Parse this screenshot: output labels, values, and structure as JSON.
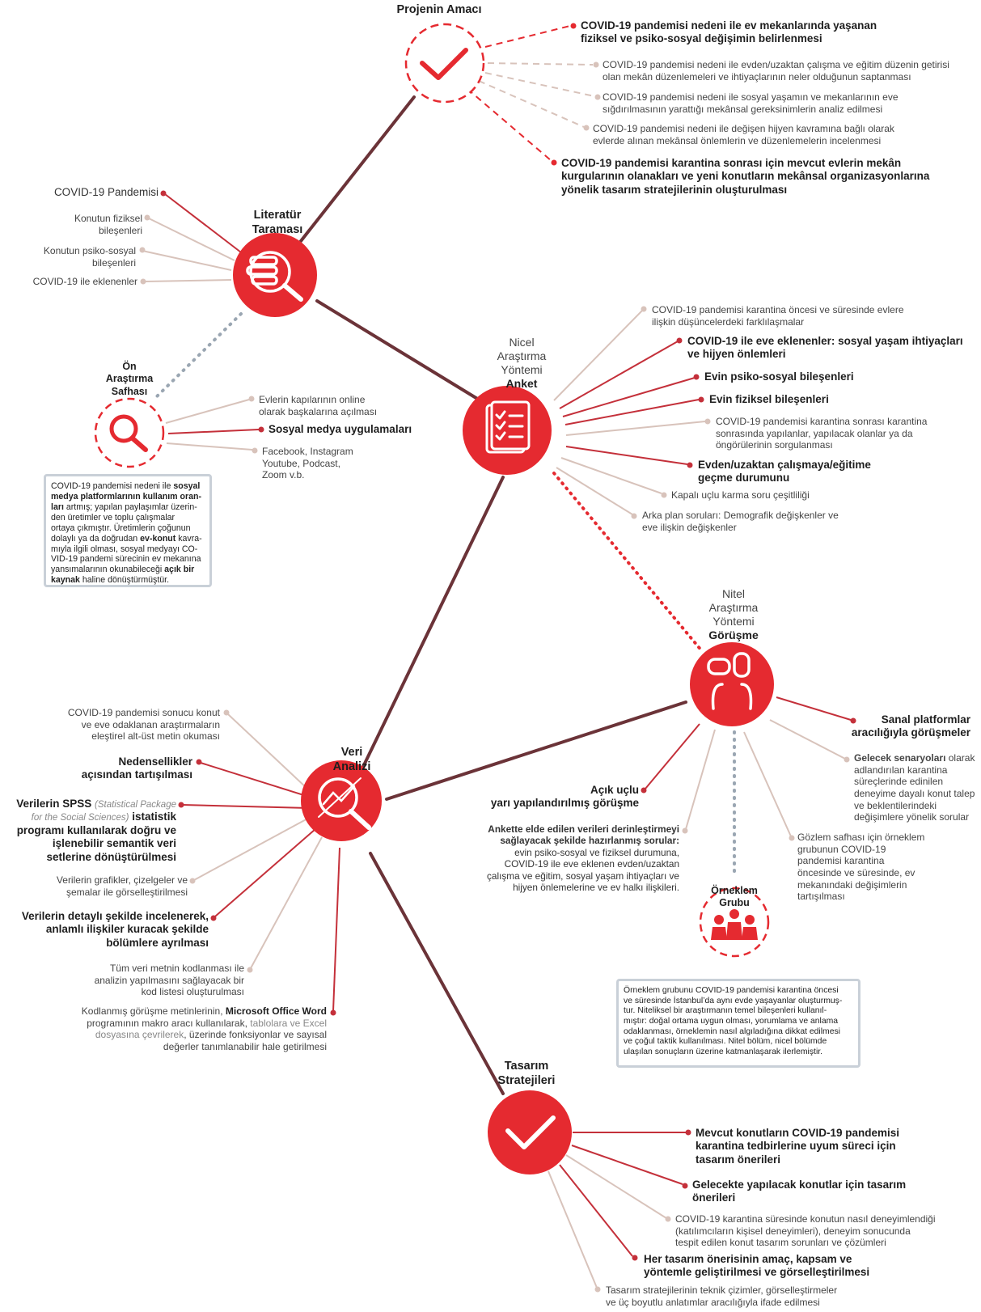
{
  "colors": {
    "accent": "#e52a30",
    "trunk": "#6b3338",
    "light_line": "#d8c3bb",
    "dotted_grey": "#9aa6b2",
    "box_border": "#c9d0d8"
  },
  "nodes": {
    "goal": {
      "title": "Projenin Amacı",
      "icon": "check-icon"
    },
    "literature": {
      "title1": "Literatür",
      "title2": "Taraması",
      "icon": "books-search-icon"
    },
    "preliminary": {
      "title1": "Ön",
      "title2": "Araştırma",
      "title3": "Safhası",
      "icon": "search-icon"
    },
    "survey": {
      "l1": "Nicel",
      "l2": "Araştırma",
      "l3": "Yöntemi",
      "l4": "Anket",
      "icon": "clipboard-checklist-icon"
    },
    "interview": {
      "l1": "Nitel",
      "l2": "Araştırma",
      "l3": "Yöntemi",
      "l4": "Görüşme",
      "icon": "people-talking-icon"
    },
    "sample": {
      "title1": "Örneklem",
      "title2": "Grubu",
      "icon": "group-people-icon"
    },
    "analysis": {
      "title1": "Veri",
      "title2": "Analizi",
      "icon": "analysis-search-icon"
    },
    "design": {
      "title1": "Tasarım",
      "title2": "Stratejileri",
      "icon": "check-icon"
    }
  },
  "goal_items": [
    [
      "COVID-19 pandemisi nedeni ile ev mekanlarında yaşanan",
      "fiziksel ve psiko-sosyal değişimin belirlenmesi"
    ],
    [
      "COVID-19 pandemisi nedeni ile evden/uzaktan çalışma ve eğitim düzenin getirisi",
      "olan mekân düzenlemeleri ve ihtiyaçlarının neler olduğunun saptanması"
    ],
    [
      "COVID-19 pandemisi nedeni ile sosyal yaşamın ve mekanlarının eve",
      "sığdırılmasının yarattığı mekânsal gereksinimlerin analiz edilmesi"
    ],
    [
      "COVID-19 pandemisi nedeni ile değişen hijyen kavramına bağlı olarak",
      "evlerde alınan mekânsal önlemlerin ve düzenlemelerin incelenmesi"
    ],
    [
      "COVID-19 pandemisi karantina sonrası için mevcut evlerin mekân",
      "kurgularının olanakları ve yeni konutların mekânsal organizasyonlarına",
      "yönelik tasarım stratejilerinin oluşturulması"
    ]
  ],
  "literature_items": [
    [
      "COVID-19 Pandemisi"
    ],
    [
      "Konutun fiziksel",
      "bileşenleri"
    ],
    [
      "Konutun psiko-sosyal",
      "bileşenleri"
    ],
    [
      "COVID-19 ile eklenenler"
    ]
  ],
  "preliminary_items": [
    [
      "Evlerin kapılarının online",
      "olarak başkalarına açılması"
    ],
    [
      "Sosyal medya uygulamaları"
    ],
    [
      "Facebook, Instagram",
      "Youtube, Podcast,",
      "Zoom v.b."
    ]
  ],
  "preliminary_box": {
    "l1a": "COVID-19 pandemisi nedeni ile ",
    "l1b": "sosyal",
    "l2": "medya platformlarının kullanım oran-",
    "l3a": "ları",
    "l3b": " artmış; yapılan paylaşımlar üzerin-",
    "l4": "den üretimler ve toplu çalışmalar",
    "l5": "ortaya çıkmıştır. Üretimlerin çoğunun",
    "l6a": "dolaylı ya da doğrudan ",
    "l6b": "ev-konut",
    "l6c": " kavra-",
    "l7": "mıyla ilgili olması, sosyal medyayı CO-",
    "l8": "VID-19 pandemi sürecinin ev mekanına",
    "l9a": "yansımalarının okunabileceği ",
    "l9b": "açık bir",
    "l10a": "kaynak",
    "l10b": " haline dönüştürmüştür."
  },
  "survey_items": [
    [
      "COVID-19 pandemisi karantina öncesi ve süresinde evlere",
      "ilişkin düşüncelerdeki farklılaşmalar"
    ],
    [
      "COVID-19 ile eve eklenenler: sosyal yaşam ihtiyaçları",
      "ve hijyen önlemleri"
    ],
    [
      "Evin psiko-sosyal bileşenleri"
    ],
    [
      "Evin fiziksel bileşenleri"
    ],
    [
      "COVID-19 pandemisi karantina sonrası karantina",
      "sonrasında yapılanlar, yapılacak olanlar ya da",
      "öngörülerinin sorgulanması"
    ],
    [
      "Evden/uzaktan çalışmaya/eğitime",
      "geçme durumunu"
    ],
    [
      "Kapalı uçlu karma soru çeşitliliği"
    ],
    [
      "Arka plan soruları: Demografik değişkenler ve",
      "eve ilişkin değişkenler"
    ]
  ],
  "interview_items": {
    "virtual": [
      "Sanal platformlar",
      "aracılığıyla görüşmeler"
    ],
    "scenarios": {
      "bold": "Gelecek senaryoları",
      "rest": " olarak",
      "lines": [
        "adlandırılan karantina",
        "süreçlerinde edinilen",
        "deneyime dayalı konut talep",
        "ve beklentilerindeki",
        "değişimlere yönelik sorular"
      ]
    },
    "observation": [
      "Gözlem safhası için örneklem",
      "grubunun COVID-19",
      "pandemisi karantina",
      "öncesinde ve süresinde, ev",
      "mekanındaki değişimlerin",
      "tartışılması"
    ],
    "open": [
      "Açık uçlu",
      "yarı yapılandırılmış görüşme"
    ],
    "questions": {
      "bold1": "Ankette elde edilen verileri derinleştirmeyi",
      "bold2": "sağlayacak şekilde hazırlanmış sorular:",
      "lines": [
        "evin psiko-sosyal ve fiziksel durumuna,",
        "COVID-19 ile eve eklenen evden/uzaktan",
        "çalışma ve eğitim, sosyal yaşam ihtiyaçları ve",
        "hijyen önlemelerine ve ev halkı ilişkileri."
      ]
    }
  },
  "sample_box": [
    "Örneklem grubunu COVID-19 pandemisi karantina öncesi",
    "ve süresinde İstanbul’da aynı evde yaşayanlar oluşturmuş-",
    "tur. Niteliksel bir araştırmanın temel bileşenleri kullanıl-",
    "mıştır: doğal ortama uygun olması, yorumlama ve anlama",
    "odaklanması, örneklemin nasıl algıladığına dikkat edilmesi",
    "ve çoğul taktik kullanılması. Nitel bölüm, nicel bölümde",
    "ulaşılan sonuçların üzerine katmanlaşarak ilerlemiştir."
  ],
  "analysis_items": {
    "a1": [
      "COVID-19 pandemisi sonucu konut",
      "ve eve odaklanan araştırmaların",
      "eleştirel alt-üst metin okuması"
    ],
    "a2": [
      "Nedensellikler",
      "açısından tartışılması"
    ],
    "a3": {
      "b1": "Verilerin SPSS ",
      "i1": "(Statistical Package",
      "i2": "for the Social Sciences)",
      "b2": " istatistik",
      "rest": [
        "programı kullanılarak doğru ve",
        "işlenebilir semantik veri",
        "setlerine dönüştürülmesi"
      ]
    },
    "a4": [
      "Verilerin  grafikler, çizelgeler ve",
      "şemalar ile görselleştirilmesi"
    ],
    "a5": [
      "Verilerin detaylı şekilde incelenerek,",
      "anlamlı ilişkiler kuracak şekilde",
      "bölümlere ayrılması"
    ],
    "a6": [
      "Tüm veri metnin kodlanması ile",
      "analizin yapılmasını sağlayacak bir",
      "kod listesi oluşturulması"
    ],
    "a7": {
      "p1": "Kodlanmış görüşme metinlerinin, ",
      "b1": "Microsoft Office Word",
      "p2": "programının makro aracı kullanılarak, ",
      "g1": "tablolara ve Excel",
      "g2": "dosyasına çevrilerek",
      "p3": ", üzerinde fonksiyonlar ve sayısal",
      "p4": "değerler tanımlanabilir hale getirilmesi"
    }
  },
  "design_items": [
    [
      "Mevcut konutların COVID-19 pandemisi",
      "karantina tedbirlerine uyum süreci için",
      "tasarım önerileri"
    ],
    [
      "Gelecekte yapılacak konutlar için tasarım",
      "önerileri"
    ],
    [
      "COVID-19 karantina süresinde konutun nasıl deneyimlendiği",
      "(katılımcıların kişisel deneyimleri), deneyim sonucunda",
      "tespit edilen konut tasarım sorunları ve çözümleri"
    ],
    [
      "Her tasarım önerisinin amaç, kapsam ve",
      "yöntemle geliştirilmesi ve görselleştirilmesi"
    ],
    [
      "Tasarım stratejilerinin teknik çizimler, görselleştirmeler",
      "ve üç boyutlu anlatımlar aracılığıyla ifade edilmesi"
    ]
  ]
}
